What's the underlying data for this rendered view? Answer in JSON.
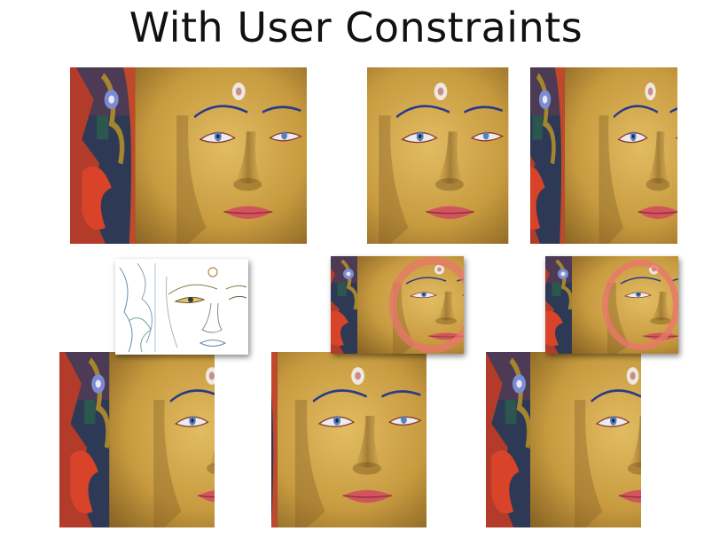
{
  "slide": {
    "title": "With User Constraints"
  },
  "images": {
    "original": "buddha-face-original",
    "retargeted_top_middle": "buddha-face-retargeted",
    "retargeted_top_right": "buddha-face-retargeted",
    "bottom_left": "buddha-face-retargeted",
    "bottom_middle": "buddha-face-retargeted",
    "bottom_right": "buddha-face-retargeted",
    "inset_edges": "buddha-face-edge-map",
    "inset_mask_1": "buddha-face-user-mask",
    "inset_mask_2": "buddha-face-user-mask"
  },
  "colors": {
    "skin": "#c9a24a",
    "lips": "#d2555e",
    "mask": "#e8776a",
    "background_art": "#2e3a55",
    "ornament_red": "#d8432a"
  }
}
